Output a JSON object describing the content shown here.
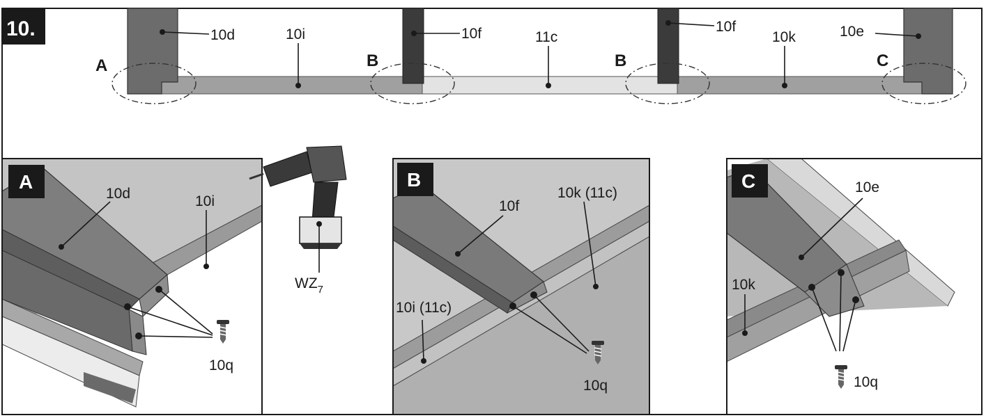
{
  "step": {
    "number": "10."
  },
  "overview": {
    "zones": [
      "A",
      "B",
      "B",
      "C"
    ],
    "parts": [
      "10d",
      "10i",
      "10f",
      "11c",
      "10f",
      "10k",
      "10e"
    ]
  },
  "panel_a": {
    "badge": "A",
    "labels": {
      "post": "10d",
      "rail": "10i",
      "screw": "10q"
    }
  },
  "panel_b": {
    "badge": "B",
    "labels": {
      "post": "10f",
      "rail_right": "10k (11c)",
      "rail_left": "10i (11c)",
      "screw": "10q"
    }
  },
  "panel_c": {
    "badge": "C",
    "labels": {
      "post": "10e",
      "rail": "10k",
      "screw": "10q"
    }
  },
  "tool": {
    "label": "WZ",
    "subscript": "7",
    "icon": "drill-icon"
  }
}
